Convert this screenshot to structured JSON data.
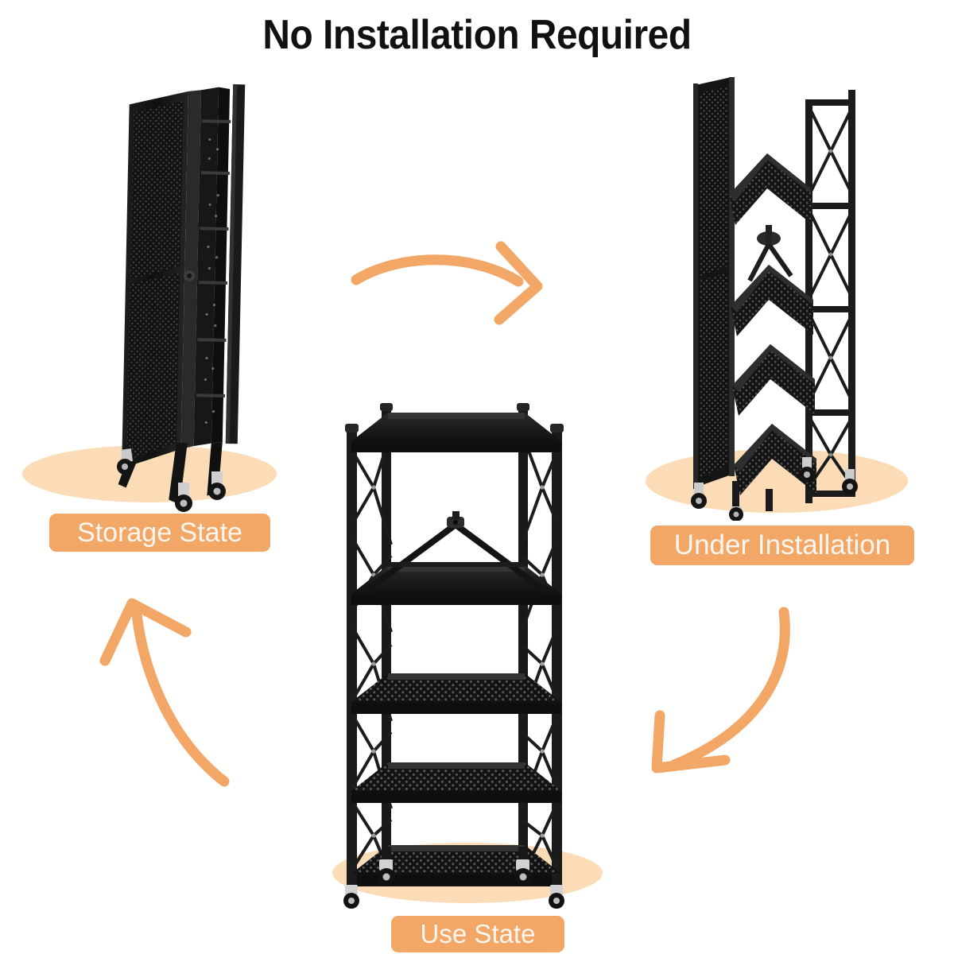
{
  "page": {
    "title": "No Installation Required",
    "background_color": "#ffffff"
  },
  "colors": {
    "accent_orange": "#f2a766",
    "pill_text": "#fdf6ef",
    "ground_shadow": "#fbdcb6",
    "product_black": "#121212",
    "title_text": "#111111",
    "caster_chrome": "#cfcfcf"
  },
  "labels": {
    "storage_state": "Storage State",
    "under_installation": "Under Installation",
    "use_state": "Use State"
  },
  "products": [
    {
      "id": "storage-state",
      "label": "Storage State",
      "description": "Folded flat shelving unit standing upright, collapsed into a narrow slab with perforated mesh panels and casters at base",
      "tiers": 5,
      "has_casters": true
    },
    {
      "id": "under-installation",
      "label": "Under Installation",
      "description": "Partially unfolded shelving unit with perforated shelves collapsed into tent shapes and diamond lattice side panels",
      "tiers": 5,
      "has_casters": true
    },
    {
      "id": "use-state",
      "label": "Use State",
      "description": "Fully deployed 5-tier shelving unit with flat perforated shelves, diamond lattice side panels, triangular center brace and casters",
      "tiers": 5,
      "has_casters": true
    }
  ],
  "arrows": [
    {
      "id": "arrow-storage-to-installation",
      "direction": "right",
      "style": "curved-hand-drawn",
      "color": "#f2a766"
    },
    {
      "id": "arrow-installation-to-use",
      "direction": "down-left",
      "style": "curved-hand-drawn",
      "color": "#f2a766"
    },
    {
      "id": "arrow-use-to-storage",
      "direction": "up-left",
      "style": "curved-hand-drawn",
      "color": "#f2a766"
    }
  ]
}
